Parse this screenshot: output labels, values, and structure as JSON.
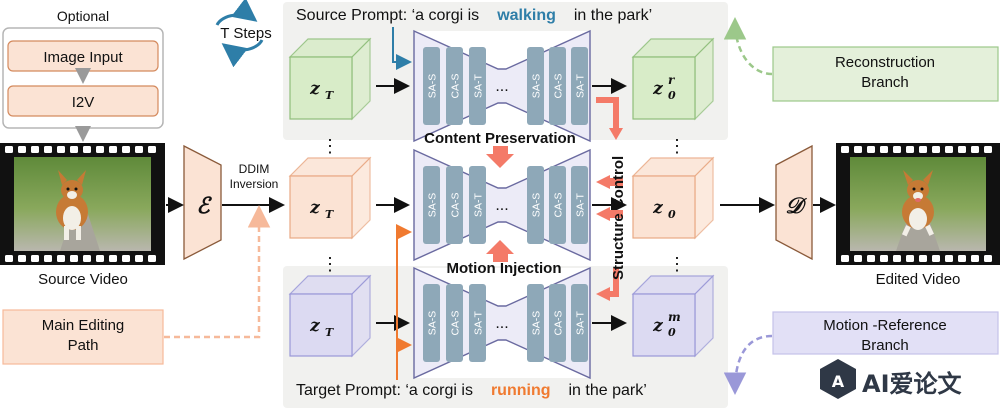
{
  "optional": {
    "title": "Optional",
    "image_input": "Image Input",
    "i2v": "I2V"
  },
  "source_video_label": "Source Video",
  "edited_video_label": "Edited Video",
  "encoder_symbol": "ℰ",
  "decoder_symbol": "𝒟",
  "ddim": {
    "line1": "DDIM",
    "line2": "Inversion"
  },
  "t_steps": "T Steps",
  "source_prompt": {
    "prefix": "Source Prompt: ‘a corgi is",
    "verb": "walking",
    "suffix": "in the park’"
  },
  "target_prompt": {
    "prefix": "Target Prompt: ‘a corgi is",
    "verb": "running",
    "suffix": "in the park’"
  },
  "latent_z": "z",
  "latent_sub_T": "T",
  "latent_sub_0": "0",
  "latent_sup_r": "r",
  "latent_sup_m": "m",
  "unet_blocks": [
    "SA-S",
    "CA-S",
    "SA-T",
    "...",
    "SA-S",
    "CA-S",
    "SA-T"
  ],
  "content_preservation": "Content Preservation",
  "motion_injection": "Motion Injection",
  "structure_control": "Structure Control",
  "reconstruction_branch": {
    "line1": "Reconstruction",
    "line2": "Branch"
  },
  "main_editing_path": {
    "line1": "Main Editing",
    "line2": "Path"
  },
  "motion_reference_branch": {
    "line1": "Motion -Reference",
    "line2": "Branch"
  },
  "vdots": "⋮",
  "watermark": "AI爱论文",
  "colors": {
    "green": "#d8ecc8",
    "orange": "#fbe3d4",
    "purple": "#dcdaf2",
    "walking": "#2e7ea8",
    "running": "#f07a30",
    "red_arrow": "#f47a68",
    "unet_block": "#8ea8b8"
  }
}
